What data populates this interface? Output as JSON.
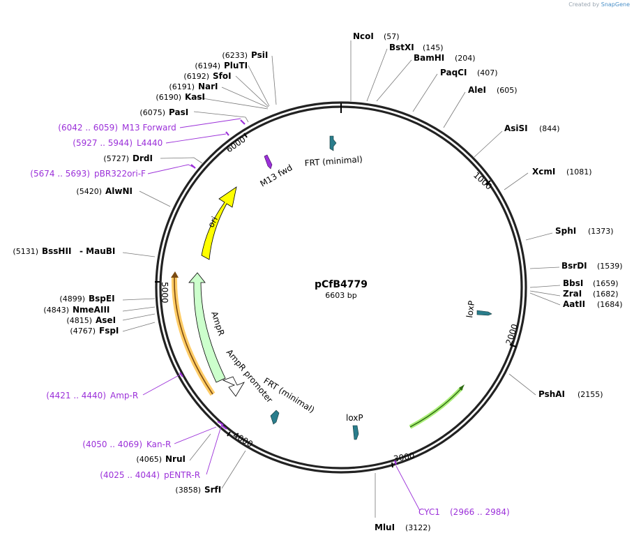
{
  "credit": {
    "prefix": "Created by",
    "brand": "SnapGene"
  },
  "plasmid": {
    "name": "pCfB4779",
    "size_label": "6603 bp",
    "length": 6603
  },
  "colors": {
    "backbone": "#222222",
    "primer": "#9b30d9",
    "ori": "#ffff00",
    "ampr": "#ccffcc",
    "arrow_dark": "#2a7d8c",
    "orange": "#ffcc66",
    "green": "#66cc33"
  },
  "tick_labels": [
    "1000",
    "2000",
    "3000",
    "4000",
    "5000",
    "6000"
  ],
  "enzymes": [
    {
      "name": "NcoI",
      "pos": "(57)"
    },
    {
      "name": "BstXI",
      "pos": "(145)"
    },
    {
      "name": "BamHI",
      "pos": "(204)"
    },
    {
      "name": "PaqCI",
      "pos": "(407)"
    },
    {
      "name": "AleI",
      "pos": "(605)"
    },
    {
      "name": "AsiSI",
      "pos": "(844)"
    },
    {
      "name": "XcmI",
      "pos": "(1081)"
    },
    {
      "name": "SphI",
      "pos": "(1373)"
    },
    {
      "name": "BsrDI",
      "pos": "(1539)"
    },
    {
      "name": "BbsI",
      "pos": "(1659)"
    },
    {
      "name": "ZraI",
      "pos": "(1682)"
    },
    {
      "name": "AatII",
      "pos": "(1684)"
    },
    {
      "name": "PshAI",
      "pos": "(2155)"
    },
    {
      "name": "MluI",
      "pos": "(3122)"
    },
    {
      "name": "SrfI",
      "pos": "(3858)"
    },
    {
      "name": "NruI",
      "pos": "(4065)"
    },
    {
      "name": "FspI",
      "pos": "(4767)"
    },
    {
      "name": "AseI",
      "pos": "(4815)"
    },
    {
      "name": "NmeAIII",
      "pos": "(4843)"
    },
    {
      "name": "BspEI",
      "pos": "(4899)"
    },
    {
      "name": "BssHII",
      "pos": "(5131)",
      "extra": "- MauBI"
    },
    {
      "name": "AlwNI",
      "pos": "(5420)"
    },
    {
      "name": "DrdI",
      "pos": "(5727)"
    },
    {
      "name": "PasI",
      "pos": "(6075)"
    },
    {
      "name": "KasI",
      "pos": "(6190)"
    },
    {
      "name": "NarI",
      "pos": "(6191)"
    },
    {
      "name": "SfoI",
      "pos": "(6192)"
    },
    {
      "name": "PluTI",
      "pos": "(6194)"
    },
    {
      "name": "PsiI",
      "pos": "(6233)"
    }
  ],
  "primers": [
    {
      "name": "M13 Forward",
      "range": "(6042 .. 6059)"
    },
    {
      "name": "L4440",
      "range": "(5927 .. 5944)"
    },
    {
      "name": "pBR322ori-F",
      "range": "(5674 .. 5693)"
    },
    {
      "name": "Amp-R",
      "range": "(4421 .. 4440)"
    },
    {
      "name": "Kan-R",
      "range": "(4050 .. 4069)"
    },
    {
      "name": "pENTR-R",
      "range": "(4025 .. 4044)"
    },
    {
      "name": "CYC1",
      "range": "(2966 .. 2984)"
    }
  ],
  "features": [
    {
      "label": "FRT (minimal)"
    },
    {
      "label": "M13 fwd"
    },
    {
      "label": "ori"
    },
    {
      "label": "AmpR"
    },
    {
      "label": "AmpR promoter"
    },
    {
      "label": "FRT (minimal)"
    },
    {
      "label": "loxP"
    },
    {
      "label": "loxP"
    }
  ]
}
